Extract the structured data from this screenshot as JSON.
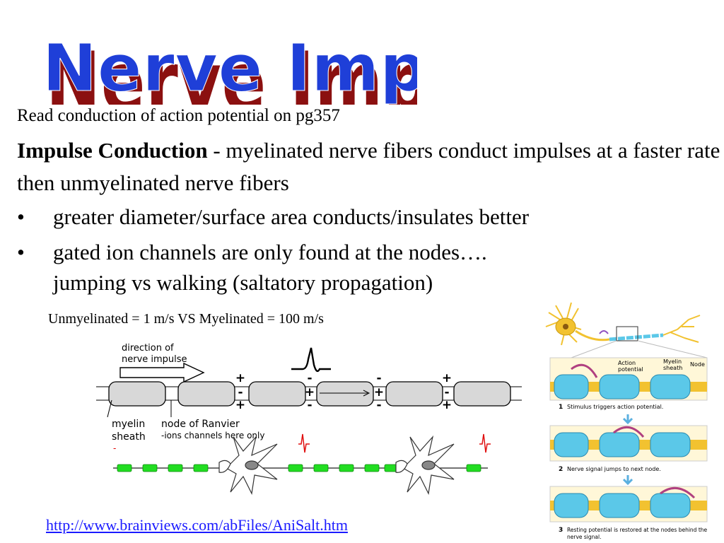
{
  "title": "Nerve Impulse",
  "intro": "Read conduction of action potential on pg357",
  "definition": {
    "term": "Impulse Conduction",
    "text": " - myelinated nerve fibers conduct impulses at a faster rate then unmyelinated nerve fibers"
  },
  "bullets": [
    "greater diameter/surface area conducts/insulates better",
    "gated ion channels are only found at the nodes…."
  ],
  "bullet_continuation": "jumping vs walking (saltatory propagation)",
  "speed_comparison": "Unmyelinated = 1 m/s  VS  Myelinated = 100 m/s",
  "diagram": {
    "direction_line1": "direction of",
    "direction_line2": "nerve impulse",
    "myelin_line1": "myelin",
    "myelin_line2": "sheath",
    "node_line1": "node of Ranvier",
    "node_line2": "-ions channels here only"
  },
  "side_figure": {
    "label_action_line1": "Action",
    "label_action_line2": "potential",
    "label_myelin_line1": "Myelin",
    "label_myelin_line2": "sheath",
    "label_node": "Node",
    "step1": "Stimulus triggers action potential.",
    "step2": "Nerve signal jumps to next node.",
    "step3_line1": "Resting potential is restored at the nodes behind the",
    "step3_line2": "nerve signal.",
    "step_numbers": [
      "1",
      "2",
      "3"
    ]
  },
  "link": "http://www.brainviews.com/abFiles/AniSalt.htm",
  "colors": {
    "title_fill": "#1f3fd8",
    "title_shadow": "#8b1010",
    "link": "#1a1aff",
    "myelin": "#5bc8e8",
    "axon": "#f2c230",
    "node_beads": "#22dd22"
  }
}
